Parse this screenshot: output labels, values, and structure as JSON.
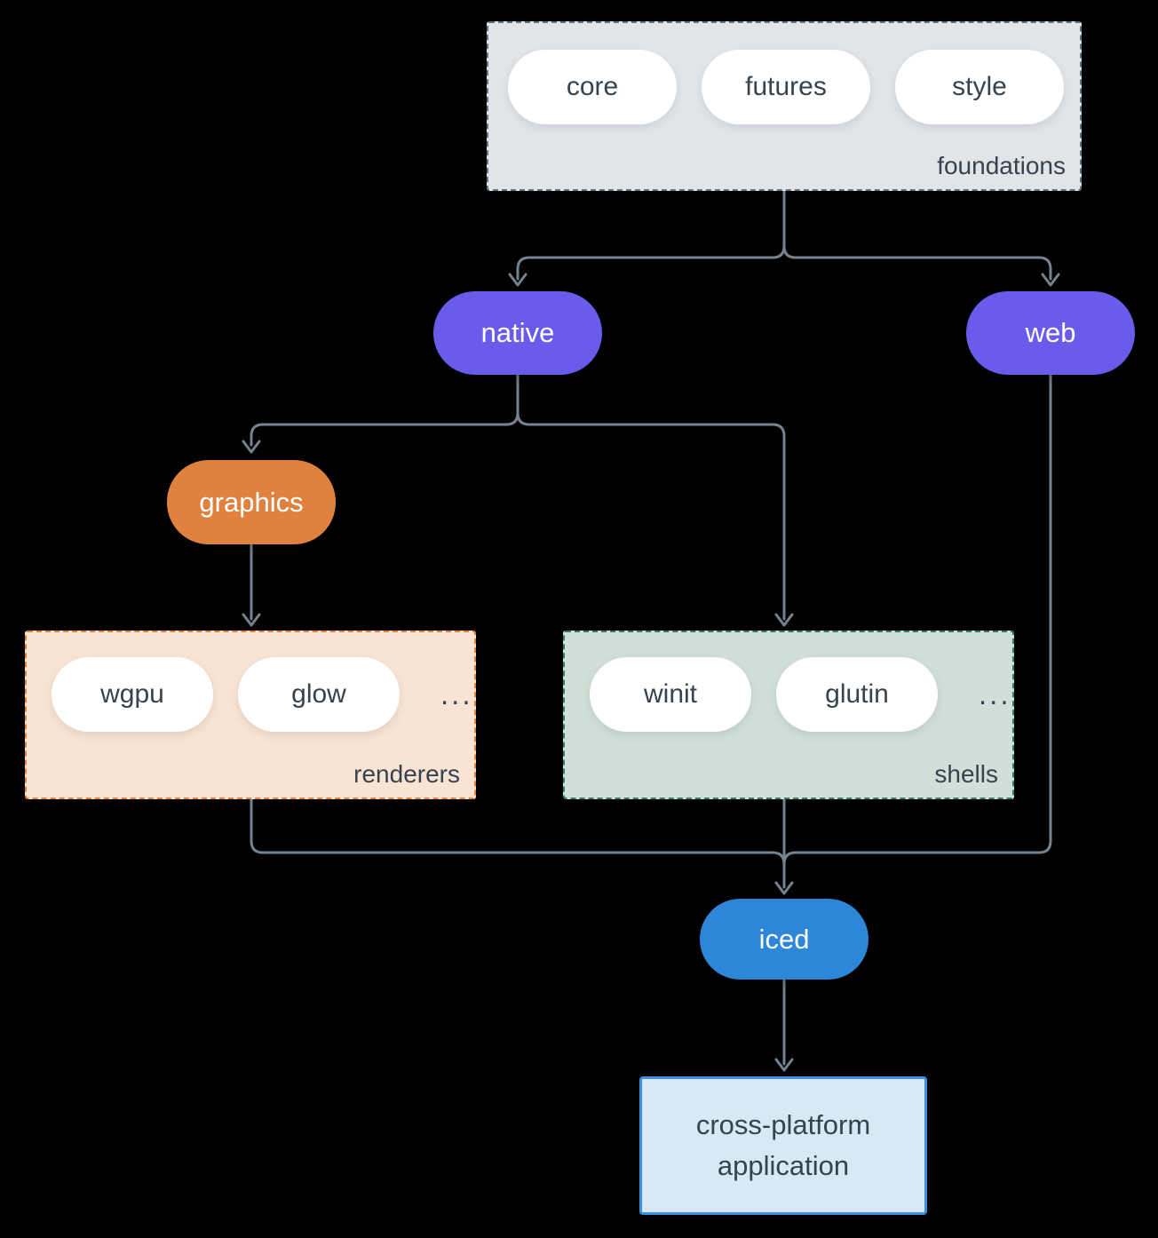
{
  "colors": {
    "canvas-bg": "#000000",
    "connector": "#75828f",
    "purple": "#6a5ceb",
    "orange": "#e0823f",
    "blue": "#2d86d8",
    "gray-fill": "#e1e5e8",
    "gray-border": "#5f7284",
    "peach-fill": "#f9e3d3",
    "orange-border": "#e0813c",
    "green-fill": "#d1dfd8",
    "teal-border": "#2e7c6c",
    "lightblue-fill": "#d8e8f7",
    "blue-border": "#3d8ee0",
    "dark-text": "#36434f"
  },
  "foundations": {
    "label": "foundations",
    "pills": [
      "core",
      "futures",
      "style"
    ]
  },
  "nodes": {
    "native": "native",
    "web": "web",
    "graphics": "graphics",
    "iced": "iced",
    "app": "cross-platform application"
  },
  "renderers": {
    "label": "renderers",
    "pills": [
      "wgpu",
      "glow"
    ],
    "more": "..."
  },
  "shells": {
    "label": "shells",
    "pills": [
      "winit",
      "glutin"
    ],
    "more": "..."
  }
}
